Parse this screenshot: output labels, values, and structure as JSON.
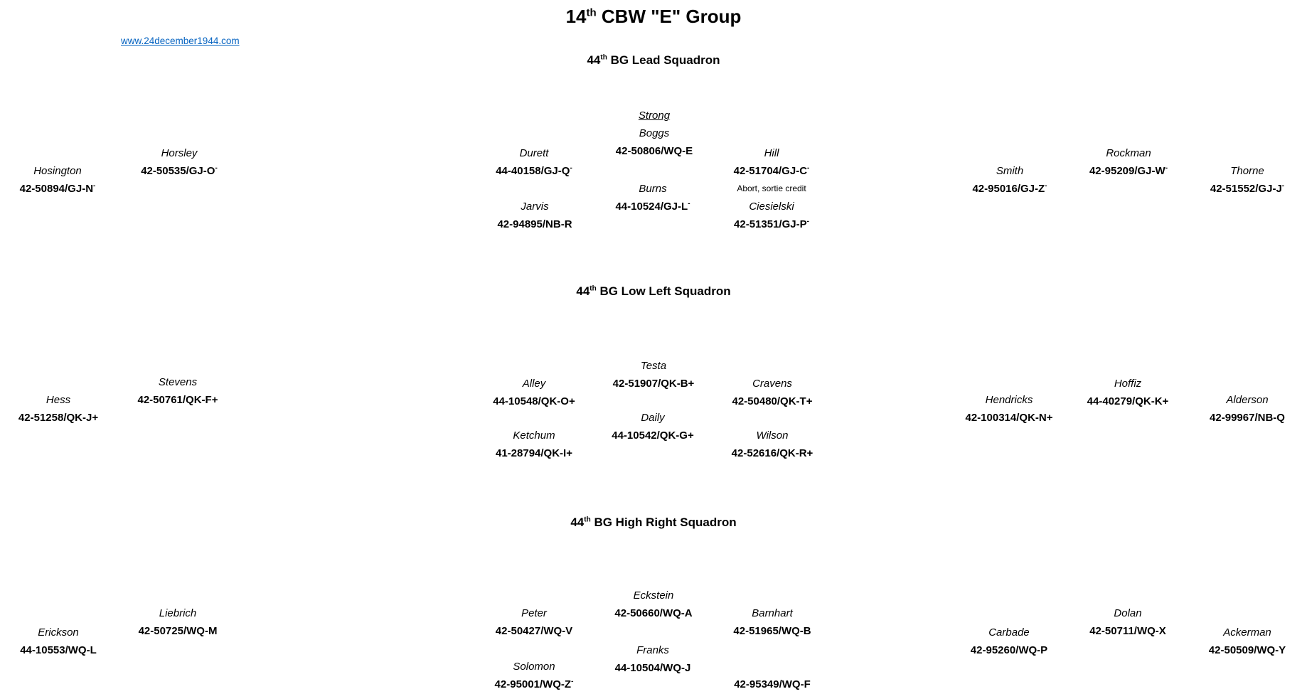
{
  "page": {
    "title": {
      "prefix": "14",
      "sup": "th",
      "rest": " CBW \"E\" Group"
    },
    "link_text": "www.24december1944.com",
    "colors": {
      "text": "#000000",
      "link": "#0563c1",
      "background": "#ffffff"
    }
  },
  "squadrons": [
    {
      "header": {
        "prefix": "44",
        "sup": "th",
        "rest": " BG Lead Squadron"
      },
      "aircraft": [
        {
          "leader": "Strong",
          "pilot": "Boggs",
          "serial": "42-50806/WQ-E",
          "sup": ""
        },
        {
          "pilot": "Hosington",
          "serial": "42-50894/GJ-N",
          "sup": "-"
        },
        {
          "pilot": "Horsley",
          "serial": "42-50535/GJ-O",
          "sup": "-"
        },
        {
          "pilot": "Durett",
          "serial": "44-40158/GJ-Q",
          "sup": "-"
        },
        {
          "pilot": "Hill",
          "serial": "42-51704/GJ-C",
          "sup": "-",
          "note": "Abort, sortie credit"
        },
        {
          "pilot": "Burns",
          "serial": "44-10524/GJ-L",
          "sup": "-"
        },
        {
          "pilot": "Jarvis",
          "serial": "42-94895/NB-R",
          "sup": ""
        },
        {
          "pilot": "Ciesielski",
          "serial": "42-51351/GJ-P",
          "sup": "-"
        },
        {
          "pilot": "Smith",
          "serial": "42-95016/GJ-Z",
          "sup": "-"
        },
        {
          "pilot": "Rockman",
          "serial": "42-95209/GJ-W",
          "sup": "-"
        },
        {
          "pilot": "Thorne",
          "serial": "42-51552/GJ-J",
          "sup": "-"
        }
      ]
    },
    {
      "header": {
        "prefix": "44",
        "sup": "th",
        "rest": " BG Low Left Squadron"
      },
      "aircraft": [
        {
          "pilot": "Testa",
          "serial": "42-51907/QK-B+",
          "sup": ""
        },
        {
          "pilot": "Alley",
          "serial": "44-10548/QK-O+",
          "sup": ""
        },
        {
          "pilot": "Cravens",
          "serial": "42-50480/QK-T+",
          "sup": ""
        },
        {
          "pilot": "Daily",
          "serial": "44-10542/QK-G+",
          "sup": ""
        },
        {
          "pilot": "Ketchum",
          "serial": "41-28794/QK-I+",
          "sup": ""
        },
        {
          "pilot": "Wilson",
          "serial": "42-52616/QK-R+",
          "sup": ""
        },
        {
          "pilot": "Hess",
          "serial": "42-51258/QK-J+",
          "sup": ""
        },
        {
          "pilot": "Stevens",
          "serial": "42-50761/QK-F+",
          "sup": ""
        },
        {
          "pilot": "Hendricks",
          "serial": "42-100314/QK-N+",
          "sup": ""
        },
        {
          "pilot": "Hoffiz",
          "serial": "44-40279/QK-K+",
          "sup": ""
        },
        {
          "pilot": "Alderson",
          "serial": "42-99967/NB-Q",
          "sup": ""
        }
      ]
    },
    {
      "header": {
        "prefix": "44",
        "sup": "th",
        "rest": " BG High Right Squadron"
      },
      "aircraft": [
        {
          "pilot": "Eckstein",
          "serial": "42-50660/WQ-A",
          "sup": ""
        },
        {
          "pilot": "Peter",
          "serial": "42-50427/WQ-V",
          "sup": ""
        },
        {
          "pilot": "Barnhart",
          "serial": "42-51965/WQ-B",
          "sup": ""
        },
        {
          "pilot": "Franks",
          "serial": "44-10504/WQ-J",
          "sup": ""
        },
        {
          "pilot": "Solomon",
          "serial": "42-95001/WQ-Z",
          "sup": "-"
        },
        {
          "pilot": "",
          "serial": "42-95349/WQ-F",
          "sup": ""
        },
        {
          "pilot": "Erickson",
          "serial": "44-10553/WQ-L",
          "sup": ""
        },
        {
          "pilot": "Liebrich",
          "serial": "42-50725/WQ-M",
          "sup": ""
        },
        {
          "pilot": "Carbade",
          "serial": "42-95260/WQ-P",
          "sup": ""
        },
        {
          "pilot": "Dolan",
          "serial": "42-50711/WQ-X",
          "sup": ""
        },
        {
          "pilot": "Ackerman",
          "serial": "42-50509/WQ-Y",
          "sup": ""
        }
      ]
    }
  ]
}
